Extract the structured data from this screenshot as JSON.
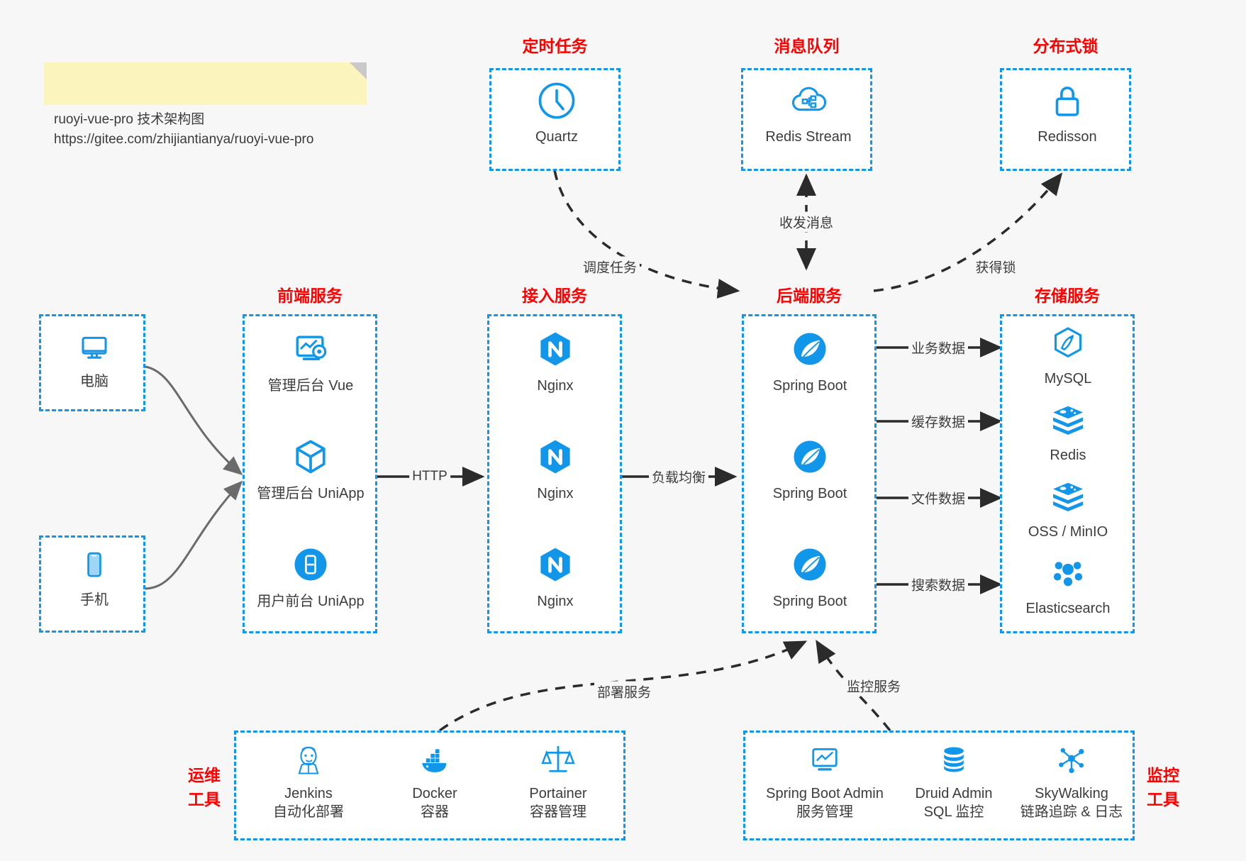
{
  "note": {
    "name": "architecture-note",
    "text": "ruoyi-vue-pro 技术架构图\nhttps://gitee.com/zhijiantianya/ruoyi-vue-pro"
  },
  "colors": {
    "accent_blue": "#1296ea",
    "title_red": "#ff0000",
    "background": "#f7f7f7",
    "text_gray": "#3c3c3c",
    "edge_gray": "#2b2b2b",
    "note_yellow": "#fbf5bd"
  },
  "groups": {
    "scheduled_task": {
      "title": "定时任务",
      "nodes": [
        {
          "label": "Quartz",
          "icon": "clock-icon"
        }
      ]
    },
    "message_queue": {
      "title": "消息队列",
      "nodes": [
        {
          "label": "Redis Stream",
          "icon": "cloud-stream-icon"
        }
      ]
    },
    "distributed_lock": {
      "title": "分布式锁",
      "nodes": [
        {
          "label": "Redisson",
          "icon": "lock-icon"
        }
      ]
    },
    "clients": {
      "nodes": [
        {
          "label": "电脑",
          "icon": "desktop-icon"
        },
        {
          "label": "手机",
          "icon": "mobile-icon"
        }
      ]
    },
    "frontend": {
      "title": "前端服务",
      "nodes": [
        {
          "label": "管理后台 Vue",
          "icon": "dashboard-icon"
        },
        {
          "label": "管理后台 UniApp",
          "icon": "cube-icon"
        },
        {
          "label": "用户前台 UniApp",
          "icon": "phone-app-icon"
        }
      ]
    },
    "gateway": {
      "title": "接入服务",
      "nodes": [
        {
          "label": "Nginx",
          "icon": "nginx-icon"
        },
        {
          "label": "Nginx",
          "icon": "nginx-icon"
        },
        {
          "label": "Nginx",
          "icon": "nginx-icon"
        }
      ]
    },
    "backend": {
      "title": "后端服务",
      "nodes": [
        {
          "label": "Spring Boot",
          "icon": "spring-boot-icon"
        },
        {
          "label": "Spring Boot",
          "icon": "spring-boot-icon"
        },
        {
          "label": "Spring Boot",
          "icon": "spring-boot-icon"
        }
      ]
    },
    "storage": {
      "title": "存储服务",
      "nodes": [
        {
          "label": "MySQL",
          "icon": "mysql-icon"
        },
        {
          "label": "Redis",
          "icon": "redis-icon"
        },
        {
          "label": "OSS / MinIO",
          "icon": "redis-icon"
        },
        {
          "label": "Elasticsearch",
          "icon": "elasticsearch-icon"
        }
      ]
    },
    "devops": {
      "title": "运维\n工具",
      "title_line1": "运维",
      "title_line2": "工具",
      "nodes": [
        {
          "label": "Jenkins",
          "sub": "自动化部署",
          "icon": "jenkins-icon"
        },
        {
          "label": "Docker",
          "sub": "容器",
          "icon": "docker-icon"
        },
        {
          "label": "Portainer",
          "sub": "容器管理",
          "icon": "scales-icon"
        }
      ]
    },
    "monitoring": {
      "title_line1": "监控",
      "title_line2": "工具",
      "nodes": [
        {
          "label": "Spring Boot Admin",
          "sub": "服务管理",
          "icon": "monitor-chart-icon"
        },
        {
          "label": "Druid Admin",
          "sub": "SQL 监控",
          "icon": "database-icon"
        },
        {
          "label": "SkyWalking",
          "sub": "链路追踪 & 日志",
          "icon": "network-nodes-icon"
        }
      ]
    }
  },
  "edges": [
    {
      "id": "http",
      "label": "HTTP",
      "style": "solid",
      "from": "frontend",
      "to": "gateway"
    },
    {
      "id": "lb",
      "label": "负载均衡",
      "style": "solid",
      "from": "gateway",
      "to": "backend"
    },
    {
      "id": "biz-data",
      "label": "业务数据",
      "style": "solid",
      "from": "backend",
      "to": "storage"
    },
    {
      "id": "cache-data",
      "label": "缓存数据",
      "style": "solid",
      "from": "backend",
      "to": "storage"
    },
    {
      "id": "file-data",
      "label": "文件数据",
      "style": "solid",
      "from": "backend",
      "to": "storage"
    },
    {
      "id": "search-data",
      "label": "搜索数据",
      "style": "solid",
      "from": "backend",
      "to": "storage"
    },
    {
      "id": "schedule",
      "label": "调度任务",
      "style": "dashed",
      "from": "scheduled_task",
      "to": "backend"
    },
    {
      "id": "mq",
      "label": "收发消息",
      "style": "dashed",
      "from": "backend",
      "to": "message_queue",
      "bidirectional": true
    },
    {
      "id": "lock",
      "label": "获得锁",
      "style": "dashed",
      "from": "backend",
      "to": "distributed_lock"
    },
    {
      "id": "deploy",
      "label": "部署服务",
      "style": "dashed",
      "from": "devops",
      "to": "backend"
    },
    {
      "id": "monitor",
      "label": "监控服务",
      "style": "dashed",
      "from": "monitoring",
      "to": "backend"
    }
  ]
}
